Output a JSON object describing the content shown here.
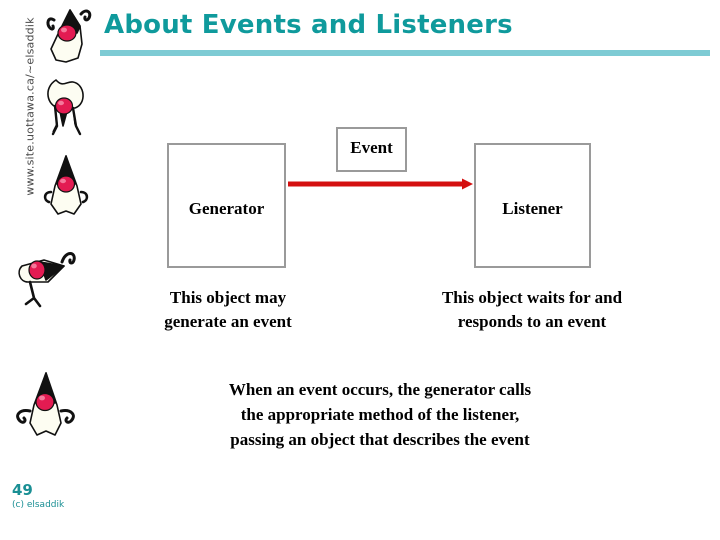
{
  "slide": {
    "title": "About Events and Listeners",
    "background_color": "#ffffff",
    "accent_color": "#0f9a9c",
    "rule_color": "#7ecbd4",
    "page_number": "49",
    "copyright": "(c) elsaddik",
    "site_url": "www.site.uottawa.ca/~elsaddik"
  },
  "diagram": {
    "generator": {
      "label": "Generator",
      "caption_line1": "This object may",
      "caption_line2": "generate an event"
    },
    "listener": {
      "label": "Listener",
      "caption_line1": "This object waits for and",
      "caption_line2": "responds to an event"
    },
    "event": {
      "label": "Event"
    },
    "arrow": {
      "color": "#d41010",
      "direction": "generator-to-listener"
    },
    "box_border_color": "#9a9a9a"
  },
  "summary": {
    "line1": "When an event occurs, the generator calls",
    "line2": "the appropriate method of the listener,",
    "line3": "passing an object that describes the event"
  },
  "decorations": {
    "mascot_name": "java-duke-mascot",
    "mascot_count": 5,
    "mascot_nose_color": "#e31b52"
  }
}
